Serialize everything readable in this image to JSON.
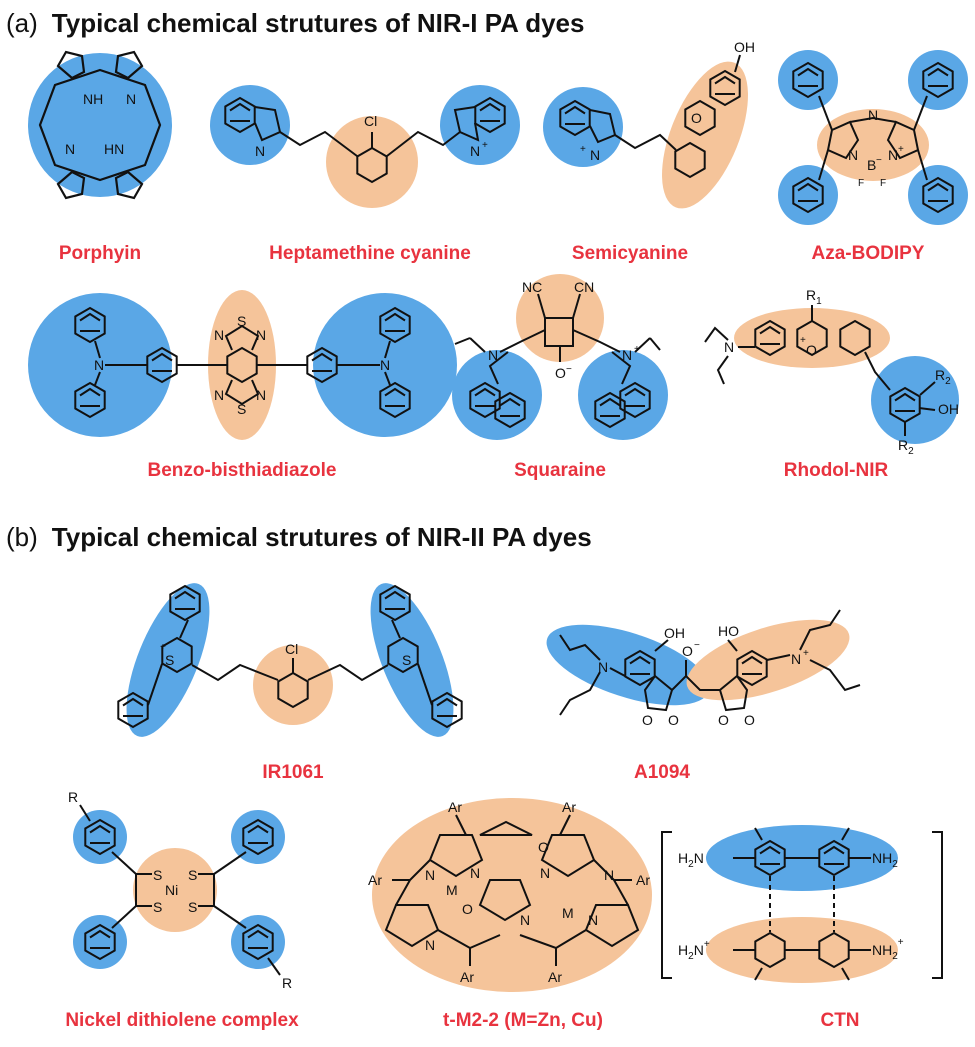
{
  "colors": {
    "blue_highlight": "#5aa7e6",
    "orange_highlight": "#f5c49a",
    "caption": "#e8333f",
    "bond": "#111111"
  },
  "section_a": {
    "tag": "(a)",
    "title": "Typical  chemical strutures of NIR-I PA dyes",
    "dyes": [
      {
        "name": "Porphyin",
        "atoms": [
          "NH",
          "N",
          "N",
          "HN"
        ]
      },
      {
        "name": "Heptamethine cyanine",
        "atoms": [
          "N",
          "Cl",
          "N",
          "+"
        ]
      },
      {
        "name": "Semicyanine",
        "atoms": [
          "OH",
          "N",
          "+",
          "O"
        ]
      },
      {
        "name": "Aza-BODIPY",
        "atoms": [
          "N",
          "N",
          "N",
          "B",
          "−",
          "+",
          "F",
          "F"
        ]
      },
      {
        "name": "Benzo-bisthiadiazole",
        "atoms": [
          "N",
          "N",
          "S",
          "N",
          "N",
          "S",
          "N",
          "N"
        ]
      },
      {
        "name": "Squaraine",
        "atoms": [
          "NC",
          "CN",
          "N",
          "N",
          "+",
          "O",
          "−"
        ]
      },
      {
        "name": "Rhodol-NIR",
        "atoms": [
          "R",
          "1",
          "N",
          "O",
          "+",
          "R",
          "2",
          "OH",
          "R",
          "2"
        ]
      }
    ]
  },
  "section_b": {
    "tag": "(b)",
    "title": "Typical  chemical strutures of NIR-II PA dyes",
    "dyes": [
      {
        "name": "IR1061",
        "atoms": [
          "S",
          "+",
          "Cl",
          "S"
        ]
      },
      {
        "name": "A1094",
        "atoms": [
          "N",
          "OH",
          "O",
          "−",
          "HO",
          "N",
          "+",
          "O",
          "O",
          "O",
          "O"
        ]
      },
      {
        "name": "Nickel dithiolene complex",
        "atoms": [
          "R",
          "S",
          "Ni",
          "S",
          "S",
          "S",
          "R"
        ]
      },
      {
        "name": "t-M2-2 (M=Zn, Cu)",
        "atoms": [
          "Ar",
          "Ar",
          "Ar",
          "Ar",
          "Ar",
          "Ar",
          "N",
          "M",
          "N",
          "O",
          "N",
          "N",
          "M",
          "N",
          "O",
          "N",
          "N"
        ]
      },
      {
        "name": "CTN",
        "atoms": [
          "H",
          "2",
          "N",
          "NH",
          "2",
          "H",
          "2",
          "N",
          "+",
          "NH",
          "2",
          "+"
        ]
      }
    ]
  }
}
